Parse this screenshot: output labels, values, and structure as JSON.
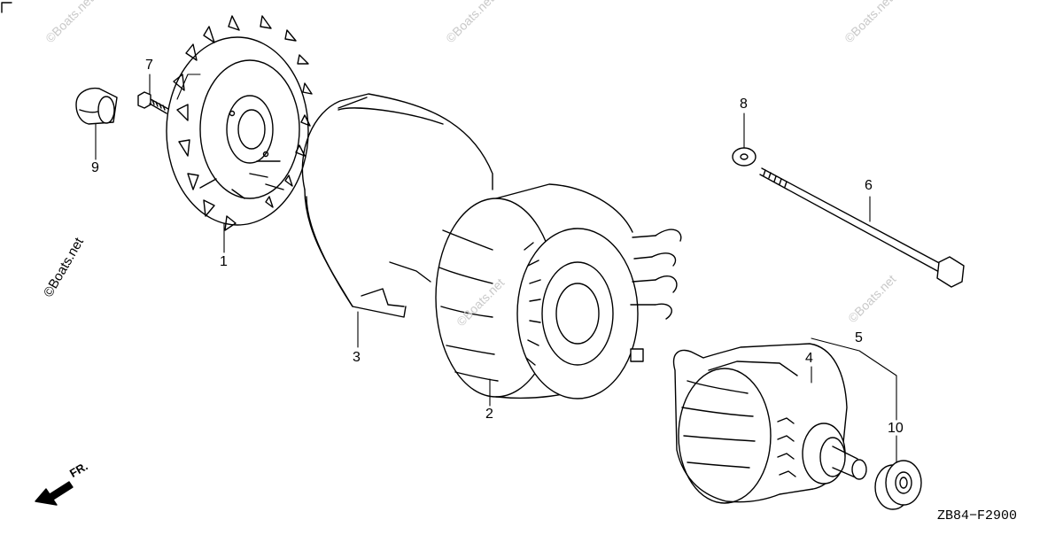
{
  "part_callouts": [
    "1",
    "2",
    "3",
    "4",
    "5",
    "6",
    "7",
    "8",
    "9",
    "10"
  ],
  "diagram_code": "ZB84−F2900",
  "watermark": "©Boats.net",
  "direction_label": "FR.",
  "colors": {
    "ink": "#000000",
    "watermark": "#c9c9c9",
    "background": "#ffffff"
  }
}
